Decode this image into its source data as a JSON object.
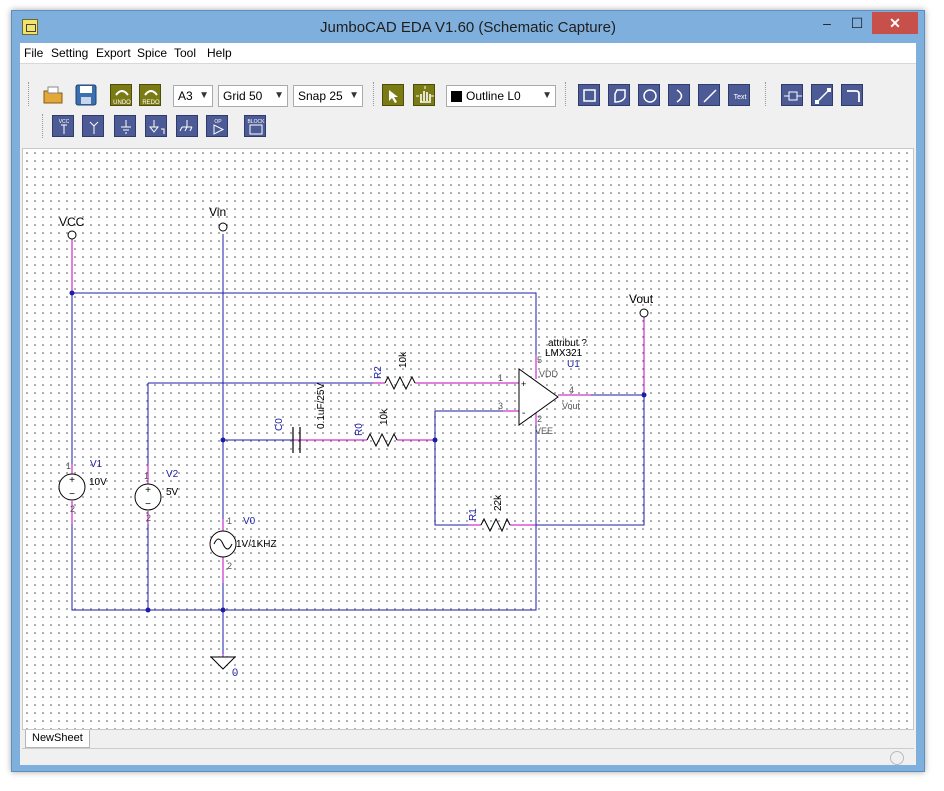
{
  "window": {
    "title": "JumboCAD EDA V1.60 (Schematic Capture)",
    "min_label": "–",
    "max_label": "☐",
    "close_label": "✕"
  },
  "menu": [
    "File",
    "Setting",
    "Export",
    "Spice",
    "Tool",
    "Help"
  ],
  "toolbar": {
    "paper_size": "A3",
    "grid": "Grid 50",
    "snap": "Snap 25",
    "layer": "Outline L0",
    "undo_label": "UNDO",
    "redo_label": "REDO",
    "text_tool_label": "Text",
    "block_label": "BLOCK",
    "op_label": "OP",
    "vcc_label": "VCC"
  },
  "tabs": [
    "NewSheet"
  ],
  "schematic": {
    "ports": {
      "vcc": "VCC",
      "vin": "Vin",
      "vout": "Vout"
    },
    "ground": "0",
    "v1": {
      "ref": "V1",
      "value": "10V",
      "pin1": "1",
      "pin2": "2"
    },
    "v2": {
      "ref": "V2",
      "value": "5V",
      "pin1": "1",
      "pin2": "2"
    },
    "v0": {
      "ref": "V0",
      "value": "1V/1KHZ",
      "pin1": "1",
      "pin2": "2"
    },
    "c0": {
      "ref": "C0",
      "value": "0.1uF/25V"
    },
    "r0": {
      "ref": "R0",
      "value": "10k"
    },
    "r1": {
      "ref": "R1",
      "value": "22k"
    },
    "r2": {
      "ref": "R2",
      "value": "10k"
    },
    "u1": {
      "ref": "U1",
      "part": "LMX321",
      "attr": "attribut ?",
      "vdd": "VDD",
      "vee": "VEE",
      "vout": "Vout",
      "pin1": "1",
      "pin2": "2",
      "pin3": "3",
      "pin4": "4",
      "pin5": "5",
      "plus": "+",
      "minus": "-"
    }
  },
  "colors": {
    "wire": "#1c1ca8",
    "pin": "#c000c0",
    "label": "#1c1ca8",
    "symbol": "#000000"
  }
}
